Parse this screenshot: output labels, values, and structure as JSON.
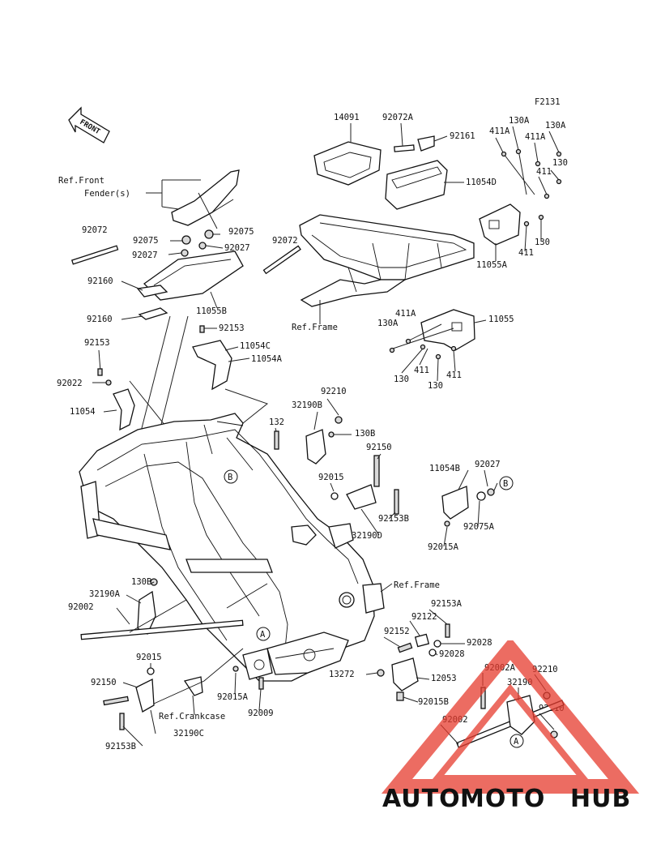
{
  "figure": {
    "code": "F2131"
  },
  "front_arrow": {
    "label": "FRONT"
  },
  "reference_labels": {
    "front_fender_line1": "Ref.Front",
    "front_fender_line2": "Fender(s)",
    "frame_top": "Ref.Frame",
    "frame_right": "Ref.Frame",
    "crankcase": "Ref.Crankcase"
  },
  "markers": {
    "A": "A",
    "B": "B"
  },
  "parts": {
    "p14091": "14091",
    "p92072A": "92072A",
    "p92161": "92161",
    "p11054D": "11054D",
    "p130A_1": "130A",
    "p130A_2": "130A",
    "p411A_1": "411A",
    "p411A_2": "411A",
    "p411_1": "411",
    "p130_1": "130",
    "p130_2": "130",
    "p411_2": "411",
    "p11055A": "11055A",
    "p92072_l": "92072",
    "p92072_r": "92072",
    "p92075_1": "92075",
    "p92075_2": "92075",
    "p92027_1": "92027",
    "p92027_2": "92027",
    "p92160_1": "92160",
    "p92160_2": "92160",
    "p11055B": "11055B",
    "p92153_1": "92153",
    "p11054C": "11054C",
    "p11054A": "11054A",
    "p92153_2": "92153",
    "p92022": "92022",
    "p11054": "11054",
    "p411A_3": "411A",
    "p130A_3": "130A",
    "p11055": "11055",
    "p130_3": "130",
    "p411_3": "411",
    "p130_4": "130",
    "p411_4": "411",
    "p92210_1": "92210",
    "p32190B": "32190B",
    "p132": "132",
    "p130B_1": "130B",
    "p92150_1": "92150",
    "p92015_1": "92015",
    "p11054B": "11054B",
    "p92027_3": "92027",
    "p92153B_1": "92153B",
    "p32190D": "32190D",
    "p92075A": "92075A",
    "p92015A_1": "92015A",
    "p130B_2": "130B",
    "p32190A": "32190A",
    "p92002_1": "92002",
    "p92153A": "92153A",
    "p92122": "92122",
    "p92152": "92152",
    "p92028_1": "92028",
    "p92028_2": "92028",
    "p13272": "13272",
    "p12053": "12053",
    "p92002A": "92002A",
    "p32190": "32190",
    "p92210_2": "92210",
    "p92210_3": "92210",
    "p92015B": "92015B",
    "p92002_2": "92002",
    "p92015_2": "92015",
    "p92150_2": "92150",
    "p92015A_2": "92015A",
    "p92009": "92009",
    "p32190C": "32190C",
    "p92153B_2": "92153B"
  },
  "watermark": {
    "part1": "AUTO",
    "part2": "MOTO",
    "part3": "HUB",
    "colors": {
      "auto": "#f0a94a",
      "moto": "#e23a2e",
      "hub": "#7a7a7a",
      "triangle": "#e63b2e"
    }
  }
}
